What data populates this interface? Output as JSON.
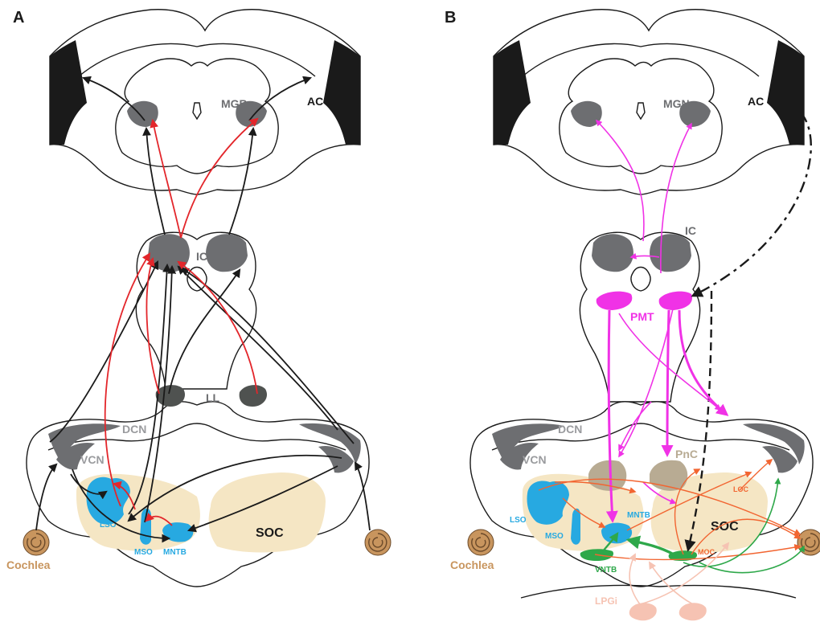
{
  "panels": [
    {
      "letter": "A",
      "labels": {
        "mgb": "MGB",
        "ac": "AC",
        "ic": "IC",
        "ll": "LL",
        "dcn": "DCN",
        "vcn": "VCN",
        "lso": "LSO",
        "mso": "MSO",
        "mntb": "MNTB",
        "soc": "SOC",
        "cochlea": "Cochlea"
      }
    },
    {
      "letter": "B",
      "labels": {
        "mgn": "MGN",
        "ac": "AC",
        "ic": "IC",
        "pmt": "PMT",
        "dcn": "DCN",
        "vcn": "VCN",
        "pnc": "PnC",
        "loc": "LOC",
        "lso": "LSO",
        "mso": "MSO",
        "mntb": "MNTB",
        "soc": "SOC",
        "moc": "MOC",
        "vntb": "VNTB",
        "lpgi": "LPGi",
        "cochlea": "Cochlea"
      }
    }
  ],
  "colors": {
    "ascending_black": "#1a1a1a",
    "ascending_red": "#e3262b",
    "pmt_magenta": "#f032e6",
    "olivocochlear_orange": "#f26531",
    "vntb_green": "#2ea84a",
    "lpgi_pink": "#f6c3b3",
    "nucleus_blue": "#27a9e1",
    "soc_tan": "#f5e6c4",
    "cochlea_brown": "#c8955e"
  }
}
